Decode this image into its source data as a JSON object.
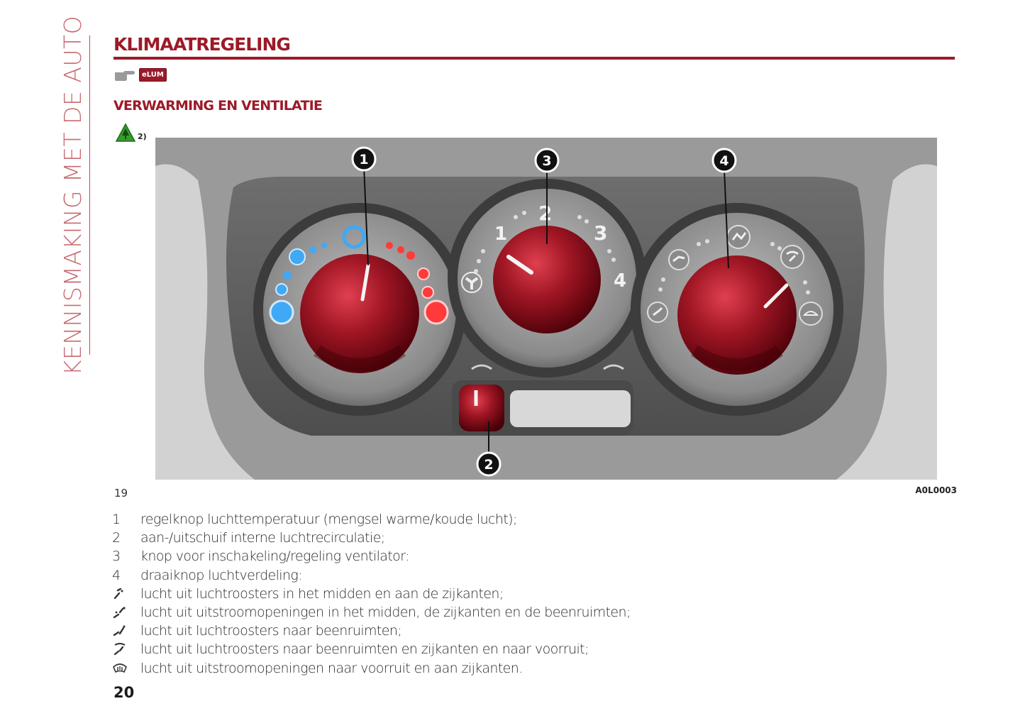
{
  "side_title": "KENNISMAKING MET DE AUTO",
  "page": {
    "title": "KLIMAATREGELING",
    "badge": "eLUM",
    "subtitle": "VERWARMING EN VENTILATIE",
    "warning_ref": "2)"
  },
  "figure": {
    "page_number": "19",
    "code": "A0L0003",
    "callouts": [
      "1",
      "3",
      "4",
      "2"
    ],
    "fan_speeds": [
      "1",
      "2",
      "3",
      "4"
    ]
  },
  "legend": [
    {
      "key": "1",
      "icon": "",
      "text": "regelknop luchttemperatuur (mengsel warme/koude lucht);"
    },
    {
      "key": "2",
      "icon": "",
      "text": "aan-/uitschuif interne luchtrecirculatie;"
    },
    {
      "key": "3",
      "icon": "",
      "text": "knop voor inschakeling/regeling ventilator:"
    },
    {
      "key": "4",
      "icon": "",
      "text": "draaiknop luchtverdeling:"
    },
    {
      "key": "",
      "icon": "vent-face-icon",
      "text": "lucht uit luchtroosters in het midden en aan de zijkanten;"
    },
    {
      "key": "",
      "icon": "vent-face-feet-icon",
      "text": "lucht uit uitstroomopeningen in het midden, de zijkanten en de beenruimten;"
    },
    {
      "key": "",
      "icon": "vent-feet-icon",
      "text": "lucht uit luchtroosters naar beenruimten;"
    },
    {
      "key": "",
      "icon": "vent-feet-windshield-icon",
      "text": "lucht uit luchtroosters naar beenruimten en zijkanten en naar voorruit;"
    },
    {
      "key": "",
      "icon": "defrost-windshield-icon",
      "text": "lucht uit uitstroomopeningen naar voorruit en aan zijkanten."
    }
  ],
  "footer_page": "20",
  "colors": {
    "brand_red": "#9c1a28",
    "knob_red": "#a01624",
    "cold_blue": "#3fa9f5",
    "hot_red": "#ff3a3a"
  }
}
